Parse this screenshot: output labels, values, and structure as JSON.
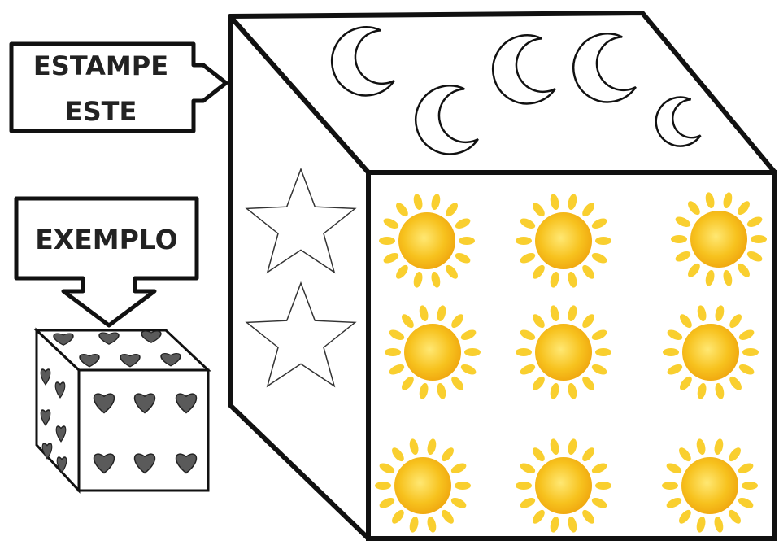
{
  "labels": {
    "estampe": "ESTAMPE",
    "este": "ESTE",
    "exemplo": "EXEMPLO"
  },
  "colors": {
    "outline": "#111111",
    "heart": "#555555",
    "sun_core": "#f7c21e",
    "sun_ray": "#f9d23a",
    "background": "#ffffff"
  },
  "icons": {
    "top_face": "moon-icon",
    "left_face": "star-icon",
    "front_face": "sun-icon",
    "example_cube": "heart-icon"
  }
}
